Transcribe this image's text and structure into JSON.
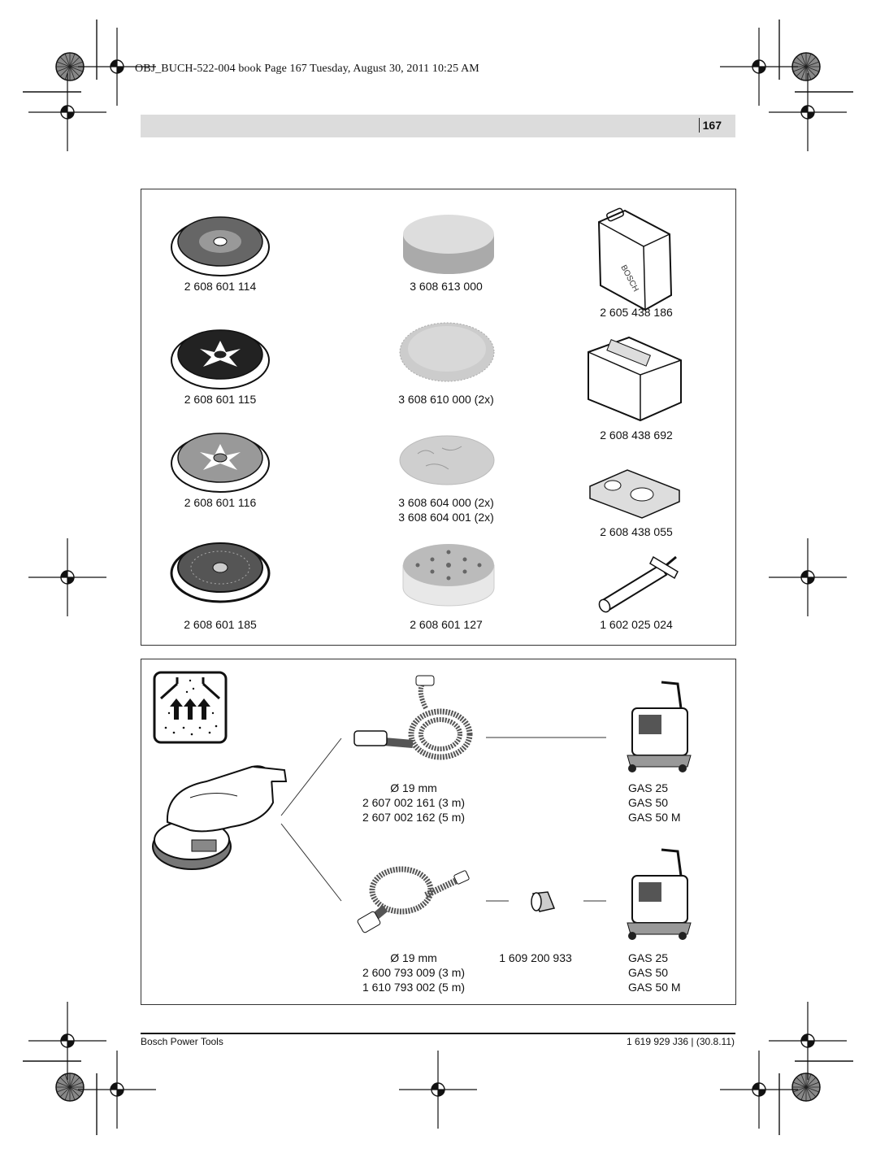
{
  "print_line": "OBJ_BUCH-522-004 book  Page 167  Tuesday, August 30, 2011  10:25 AM",
  "page_number": "167",
  "accessories": {
    "col1": [
      "2 608 601 114",
      "2 608 601 115",
      "2 608 601 116",
      "2 608 601 185"
    ],
    "col2": [
      "3 608 613 000",
      "3 608 610 000 (2x)",
      "3 608 604 000 (2x)",
      "3 608 604 001 (2x)",
      "2 608 601 127"
    ],
    "col3": [
      "2 605 438 186",
      "2 608 438 692",
      "2 608 438 055",
      "1 602 025 024"
    ],
    "case_brand": "BOSCH"
  },
  "extraction": {
    "hose1": [
      "Ø 19 mm",
      "2 607 002 161 (3 m)",
      "2 607 002 162 (5 m)"
    ],
    "hose2": [
      "Ø 19 mm",
      "2 600 793 009 (3 m)",
      "1 610 793 002 (5 m)"
    ],
    "adapter": "1 609 200 933",
    "vac1": [
      "GAS 25",
      "GAS 50",
      "GAS 50 M"
    ],
    "vac2": [
      "GAS 25",
      "GAS 50",
      "GAS 50 M"
    ]
  },
  "footer": {
    "left": "Bosch Power Tools",
    "right": "1 619 929 J36 | (30.8.11)"
  }
}
